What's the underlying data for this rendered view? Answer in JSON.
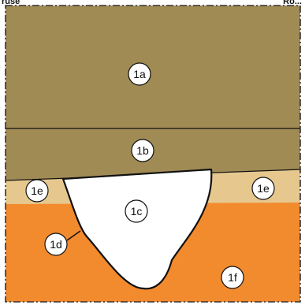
{
  "header_fragments": {
    "left": "ruse",
    "right": "Ro..."
  },
  "layers": [
    {
      "id": "1a",
      "label": "1a",
      "color": "#a08b55",
      "role": "upper stratum"
    },
    {
      "id": "1b",
      "label": "1b",
      "color": "#a08b55",
      "role": "stratum"
    },
    {
      "id": "1e",
      "label": "1e",
      "color": "#e6c88f",
      "role": "thin layer"
    },
    {
      "id": "1c",
      "label": "1c",
      "color": "#ffffff",
      "role": "cut fill"
    },
    {
      "id": "1d",
      "label": "1d",
      "color": "#111111",
      "role": "cut line"
    },
    {
      "id": "1f",
      "label": "1f",
      "color": "#f28a2e",
      "role": "natural"
    }
  ],
  "labels": [
    {
      "layer": "1a",
      "text": "1a"
    },
    {
      "layer": "1b",
      "text": "1b"
    },
    {
      "layer": "1e",
      "text": "1e"
    },
    {
      "layer": "1e",
      "text": "1e"
    },
    {
      "layer": "1c",
      "text": "1c"
    },
    {
      "layer": "1d",
      "text": "1d"
    },
    {
      "layer": "1f",
      "text": "1f"
    }
  ]
}
